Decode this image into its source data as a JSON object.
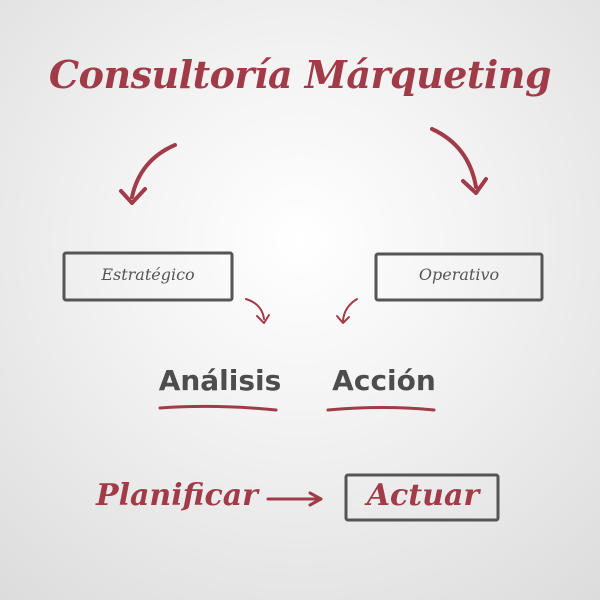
{
  "title": "Consultoría Márqueting",
  "boxes": {
    "left": "Estratégico",
    "right": "Operativo"
  },
  "words": {
    "left": "Análisis",
    "right": "Acción"
  },
  "actions": {
    "left": "Planificar",
    "right": "Actuar"
  },
  "colors": {
    "accent": "#a23b48",
    "text": "#4d4d4d",
    "box_border": "#555555"
  }
}
